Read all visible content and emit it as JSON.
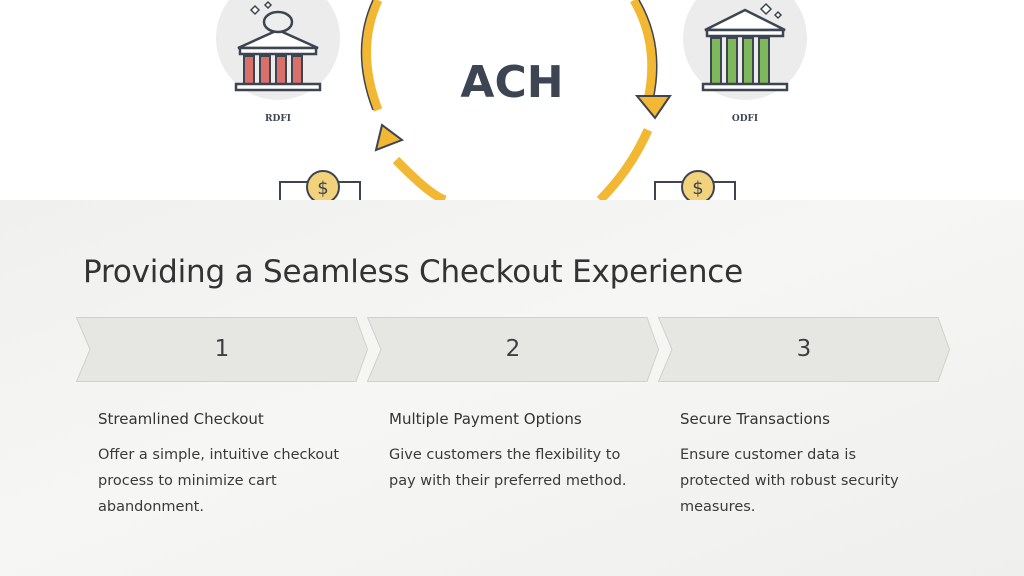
{
  "hero": {
    "center_label": "ACH",
    "left_bank_label": "RDFI",
    "right_bank_label": "ODFI",
    "coin_symbol": "$",
    "left_bank_color": "#d9706a",
    "right_bank_color": "#7fb85a",
    "arrow_color": "#f2b733"
  },
  "title": "Providing a Seamless Checkout Experience",
  "steps": [
    {
      "number": "1",
      "heading": "Streamlined Checkout",
      "description": "Offer a simple, intuitive checkout process to minimize cart abandonment."
    },
    {
      "number": "2",
      "heading": "Multiple Payment Options",
      "description": "Give customers the flexibility to pay with their preferred method."
    },
    {
      "number": "3",
      "heading": "Secure Transactions",
      "description": "Ensure customer data is protected with robust security measures."
    }
  ]
}
